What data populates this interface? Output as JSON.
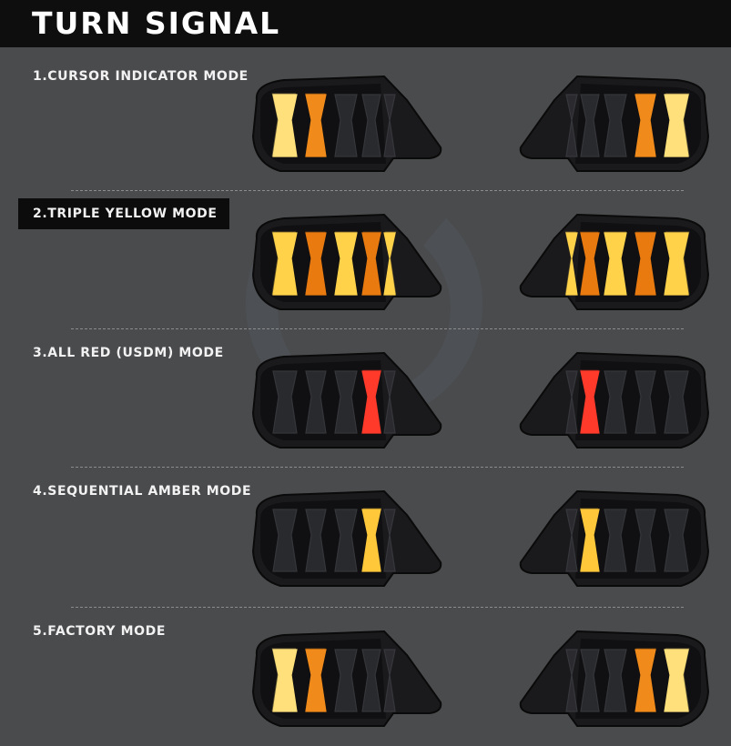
{
  "header": {
    "title": "TURN SIGNAL"
  },
  "modes": [
    {
      "label": "1.CURSOR INDICATOR MODE",
      "active": false,
      "pattern": "cursor",
      "colors": {
        "primary": "#ffe07a",
        "secondary": "#f08a1a"
      }
    },
    {
      "label": "2.TRIPLE YELLOW MODE",
      "active": true,
      "pattern": "triple",
      "colors": {
        "primary": "#ffd24a",
        "secondary": "#e87a10"
      }
    },
    {
      "label": "3.ALL RED (USDM) MODE",
      "active": false,
      "pattern": "red",
      "colors": {
        "primary": "#ff3a2a",
        "secondary": "#b01010"
      }
    },
    {
      "label": "4.SEQUENTIAL AMBER MODE",
      "active": false,
      "pattern": "single",
      "colors": {
        "primary": "#ffc83a",
        "secondary": "#e8901a"
      }
    },
    {
      "label": "5.FACTORY MODE",
      "active": false,
      "pattern": "cursor",
      "colors": {
        "primary": "#ffe07a",
        "secondary": "#f08a1a"
      }
    }
  ],
  "colors": {
    "header_bg": "#0e0e0e",
    "page_bg": "#4a4b4d",
    "housing": "#1a1a1c",
    "bar_off": "#2e2f33"
  }
}
